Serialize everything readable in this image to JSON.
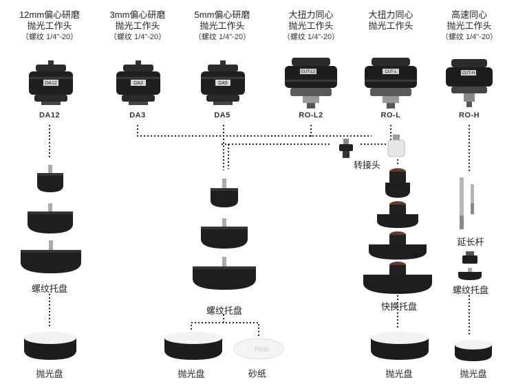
{
  "heads": [
    {
      "line1": "12mm偏心研磨",
      "line2": "抛光工作头",
      "line3": "（螺纹 1/4\"-20）",
      "code": "DA12",
      "badge": "DA12"
    },
    {
      "line1": "3mm偏心研磨",
      "line2": "抛光工作头",
      "line3": "（螺纹 1/4\"-20）",
      "code": "DA3",
      "badge": "DA3"
    },
    {
      "line1": "5mm偏心研磨",
      "line2": "抛光工作头",
      "line3": "（螺纹 1/4\"-20）",
      "code": "DA5",
      "badge": "DA5"
    },
    {
      "line1": "大扭力同心",
      "line2": "抛光工作头",
      "line3": "（螺纹 1/4\"-20）",
      "code": "RO-L2",
      "badge": "CUT-L2"
    },
    {
      "line1": "大扭力同心",
      "line2": "抛光工作头",
      "line3": "",
      "code": "RO-L",
      "badge": "CUT-L"
    },
    {
      "line1": "高速同心",
      "line2": "抛光工作头",
      "line3": "（螺纹 1/4\"-20）",
      "code": "RO-H",
      "badge": "CUT-H"
    }
  ],
  "labels": {
    "adapter": "转接头",
    "threaded_pad_1": "螺纹托盘",
    "threaded_pad_2": "螺纹托盘",
    "quick_pad": "快换托盘",
    "extension": "延长杆",
    "threaded_pad_3": "螺纹托盘",
    "polish_pad_1": "抛光盘",
    "polish_pad_2": "抛光盘",
    "sandpaper": "砂纸",
    "polish_pad_3": "抛光盘",
    "polish_pad_4": "抛光盘",
    "sandpaper_print": "P600"
  }
}
